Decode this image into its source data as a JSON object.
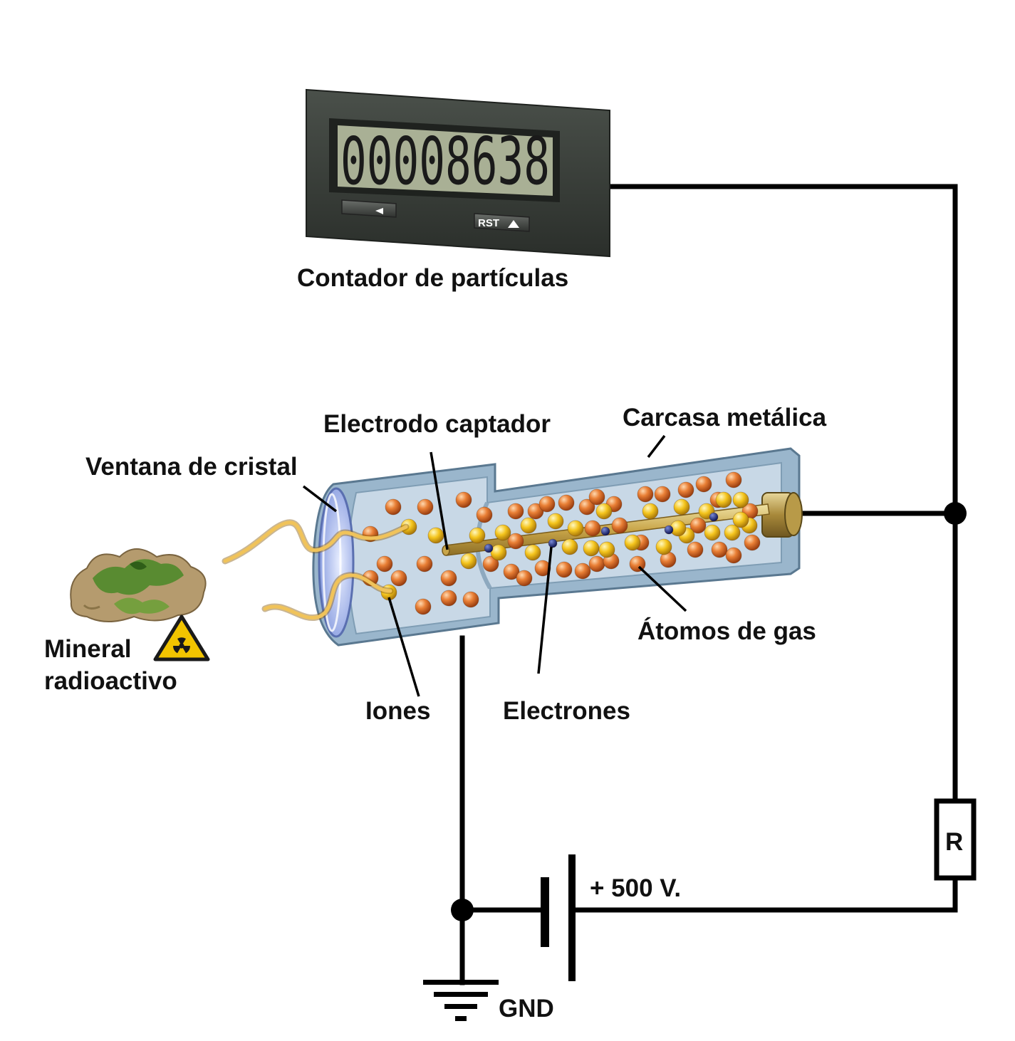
{
  "counter": {
    "reading": "00008638",
    "reset_button_label": "RST",
    "label": "Contador de partículas"
  },
  "labels": {
    "collector_electrode": "Electrodo captador",
    "metal_casing": "Carcasa metálica",
    "glass_window": "Ventana de cristal",
    "mineral_line1": "Mineral",
    "mineral_line2": "radioactivo",
    "ions": "Iones",
    "electrons": "Electrones",
    "gas_atoms": "Átomos de gas",
    "resistor": "R",
    "voltage": "+ 500 V.",
    "ground": "GND"
  },
  "icons": [
    "radiation-warning-icon",
    "left-arrow-icon",
    "up-arrow-icon"
  ],
  "colors": {
    "wire": "#000000",
    "tube_body": "#9ab6cc",
    "tube_inner": "#c8d8e6",
    "gas_atom": "#e07a30",
    "ion": "#f2c21a",
    "electron": "#1a2a7a",
    "radiation_wave": "#e8b84a",
    "counter_body": "#3e433e",
    "lcd_screen": "#a9b095",
    "mineral": "#5d8a2e",
    "warning_sign": "#f2c400"
  }
}
